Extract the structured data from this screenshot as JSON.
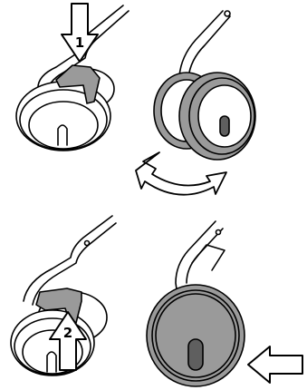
{
  "figure": {
    "panels": [
      {
        "id": "top-left",
        "description_label": "step-1-press-lever"
      },
      {
        "id": "top-right",
        "description_label": "wheel-rotate"
      },
      {
        "id": "bottom-left",
        "description_label": "step-2-lift-lever"
      },
      {
        "id": "bottom-right",
        "description_label": "wheel-push-in"
      }
    ],
    "step_labels": {
      "step1": "1",
      "step2": "2"
    },
    "colors": {
      "outline": "#000000",
      "fill_light": "#ffffff",
      "fill_gray": "#9a9a9a",
      "fill_dark": "#5f5f5f"
    }
  }
}
